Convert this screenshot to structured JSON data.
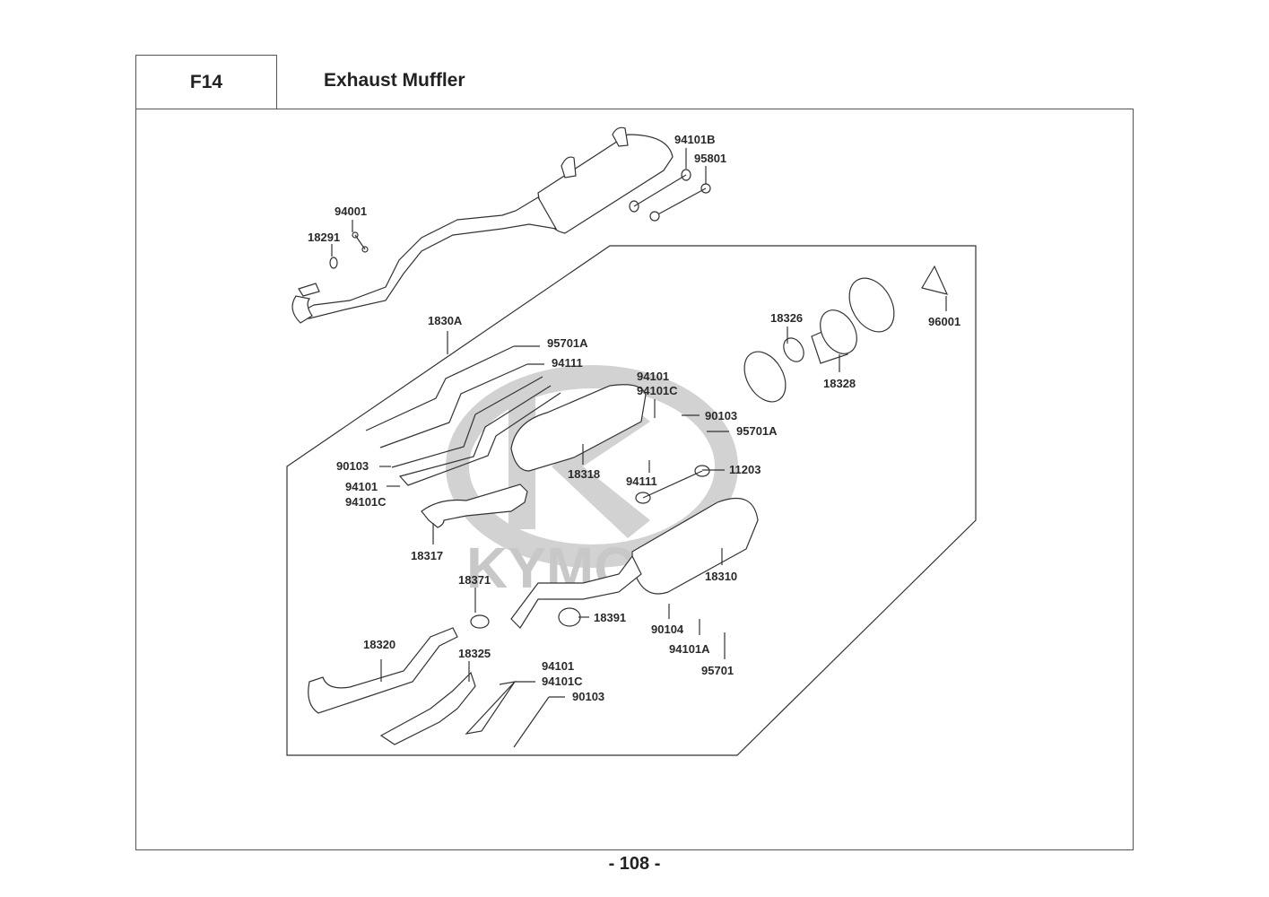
{
  "header": {
    "code": "F14",
    "title": "Exhaust Muffler"
  },
  "watermark": {
    "brand": "KYMCO",
    "color": "#c8c8c8"
  },
  "footer": {
    "page": "- 108 -"
  },
  "labels": {
    "l94101B": "94101B",
    "l95801": "95801",
    "l94001": "94001",
    "l18291": "18291",
    "l1830A": "1830A",
    "l95701A_a": "95701A",
    "l94111_a": "94111",
    "l90103_a": "90103",
    "l94101_a": "94101",
    "l94101C_a": "94101C",
    "l18318": "18318",
    "l18317": "18317",
    "l18326": "18326",
    "l18328": "18328",
    "l96001": "96001",
    "l94101_b": "94101",
    "l94101C_b": "94101C",
    "l90103_b": "90103",
    "l95701A_b": "95701A",
    "l94111_b": "94111",
    "l11203": "11203",
    "l18310": "18310",
    "l18371": "18371",
    "l18391": "18391",
    "l90104": "90104",
    "l94101A": "94101A",
    "l95701": "95701",
    "l18320": "18320",
    "l18325": "18325",
    "l94101_c": "94101",
    "l94101C_c": "94101C",
    "l90103_c": "90103"
  }
}
